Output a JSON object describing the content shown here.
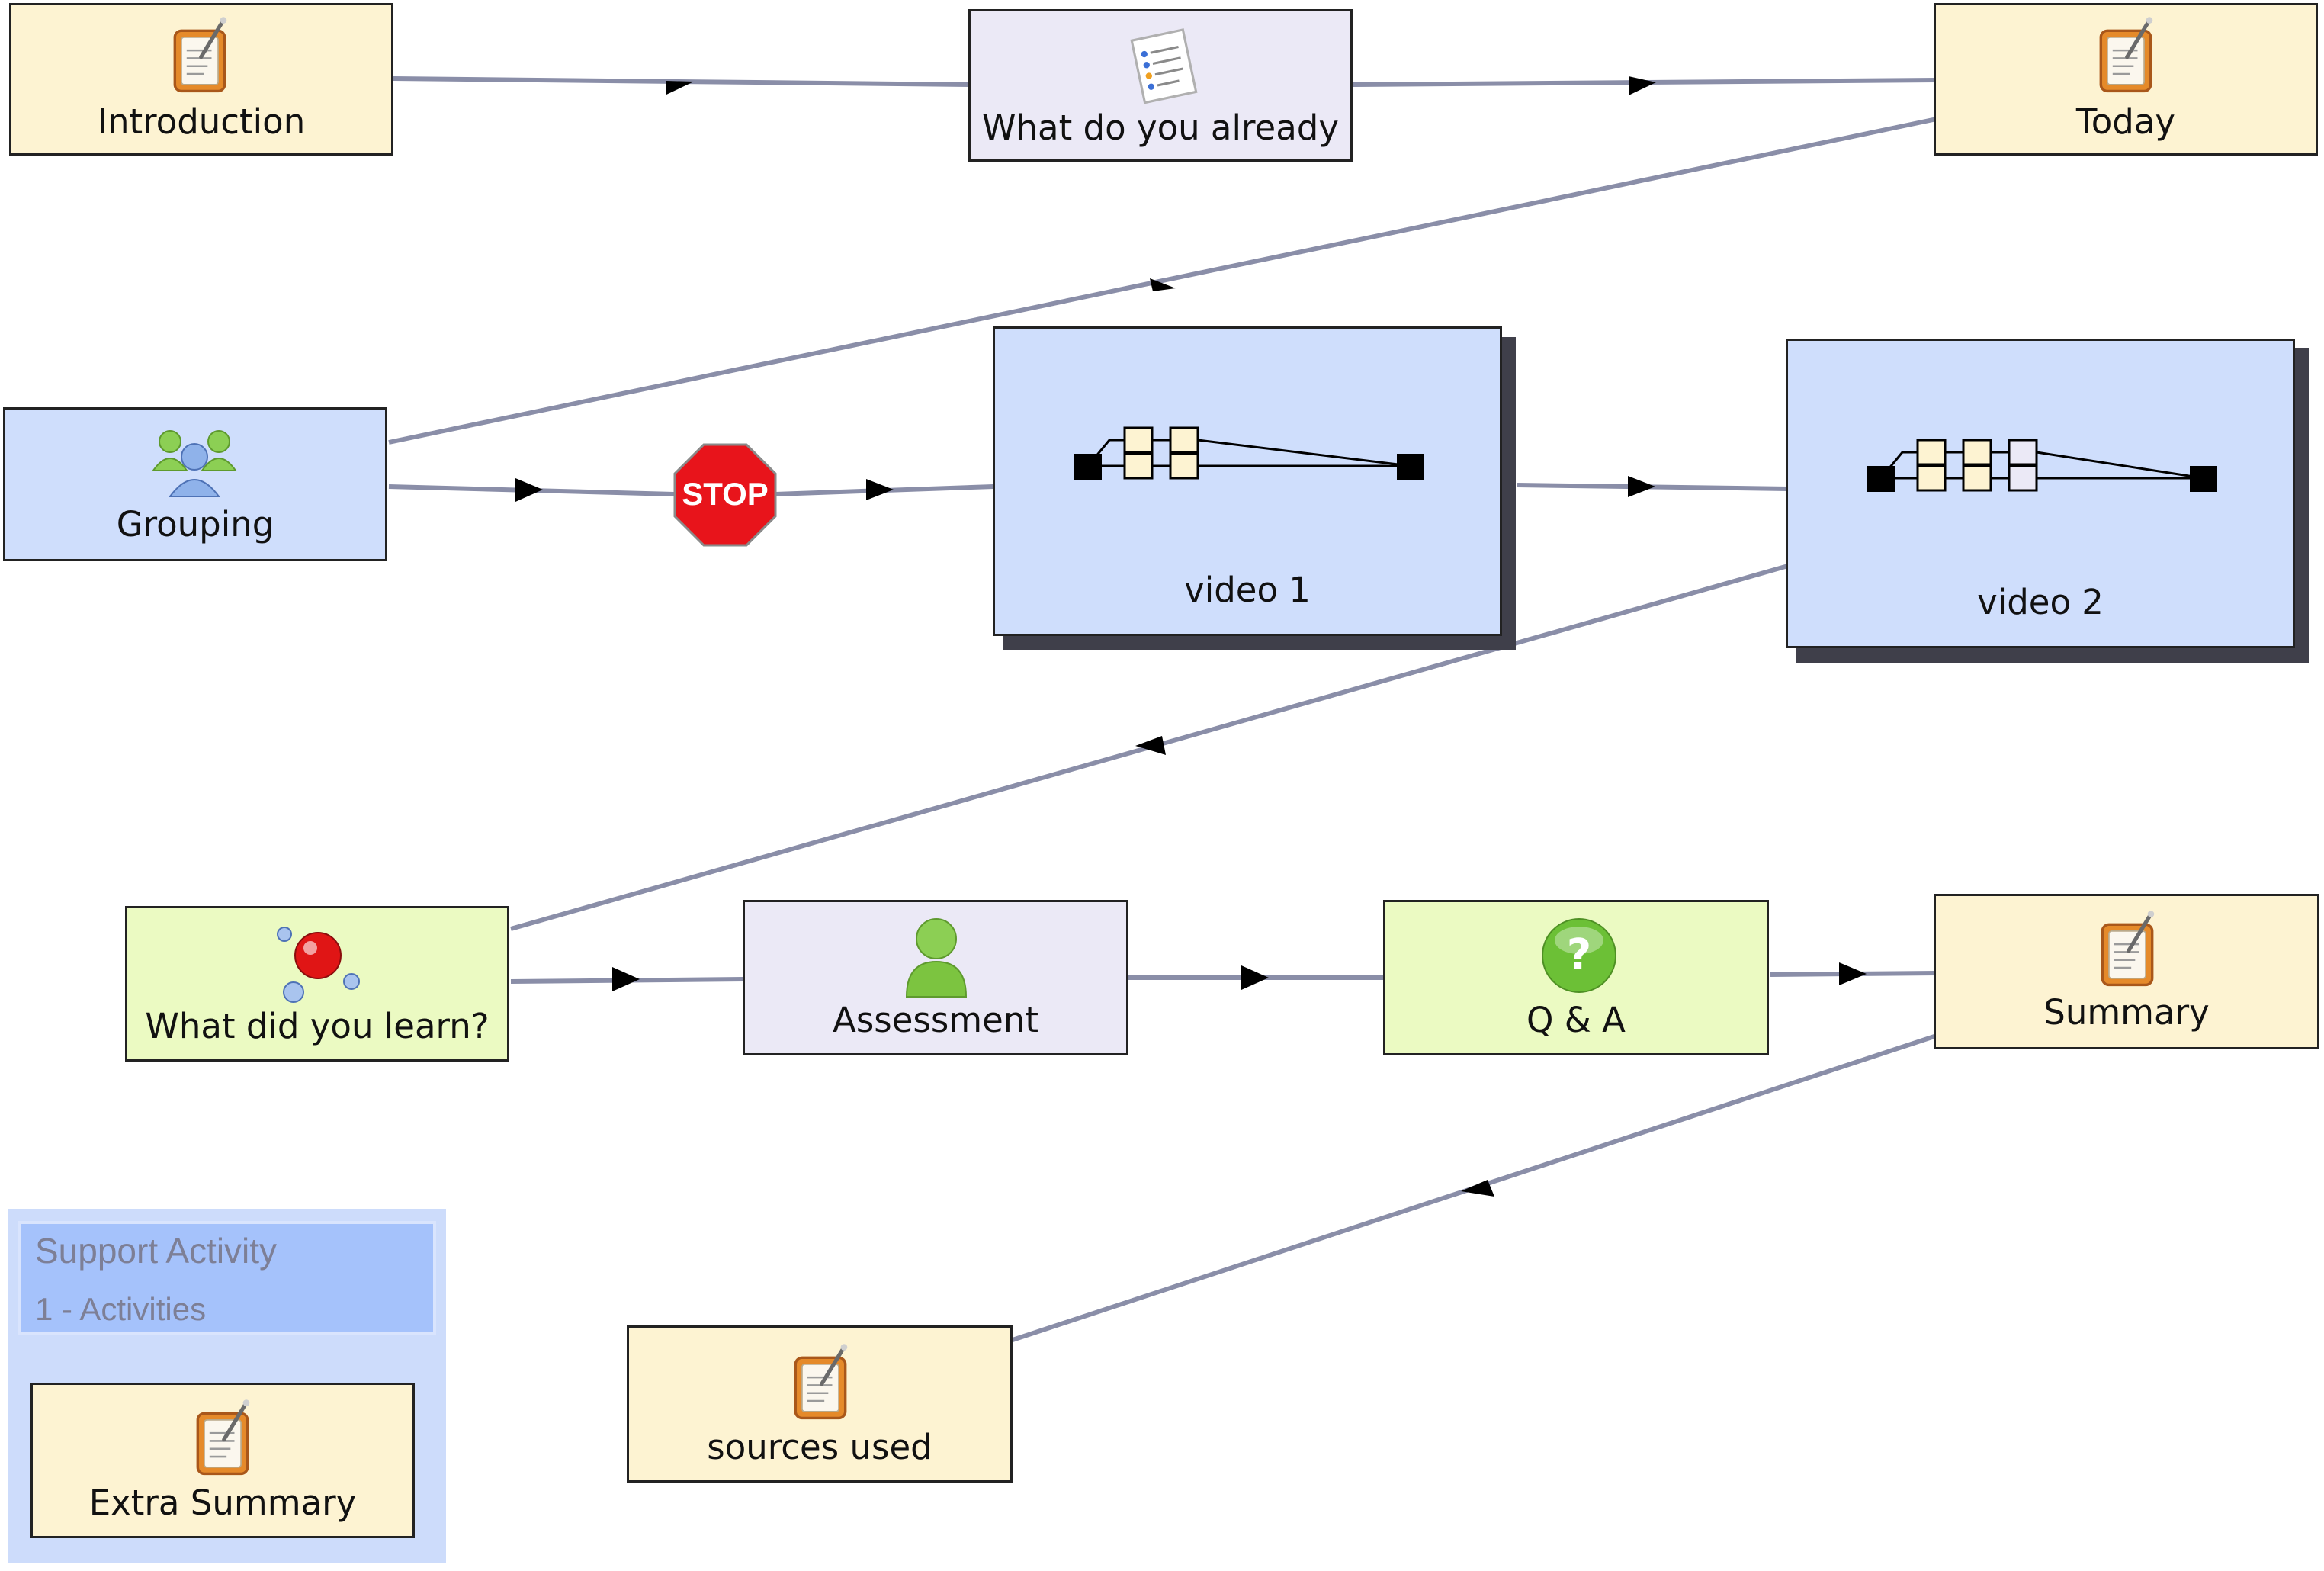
{
  "nodes": {
    "introduction": "Introduction",
    "what_do_you_already": "What do you already",
    "today": "Today",
    "grouping": "Grouping",
    "stop": "STOP",
    "video1": "video 1",
    "video2": "video 2",
    "what_did_you_learn": "What did you learn?",
    "assessment": "Assessment",
    "qa": "Q & A",
    "summary": "Summary",
    "sources_used": "sources used",
    "extra_summary": "Extra Summary"
  },
  "support": {
    "title": "Support Activity",
    "count": "1 - Activities"
  },
  "icons": {
    "introduction": "notebook-icon",
    "what_do_you_already": "checklist-icon",
    "today": "notebook-icon",
    "grouping": "people-group-icon",
    "video": "sequence-branch-icon",
    "what_did_you_learn": "molecule-icon",
    "assessment": "person-icon",
    "qa": "question-icon",
    "summary": "notebook-icon",
    "sources_used": "notebook-icon",
    "extra_summary": "notebook-icon"
  },
  "colors": {
    "tool": "#fdf3d2",
    "question": "#ebe9f6",
    "group": "#cfdefc",
    "forum": "#ebfac2",
    "connector": "#8a8ea8",
    "stop": "#e8141b"
  }
}
